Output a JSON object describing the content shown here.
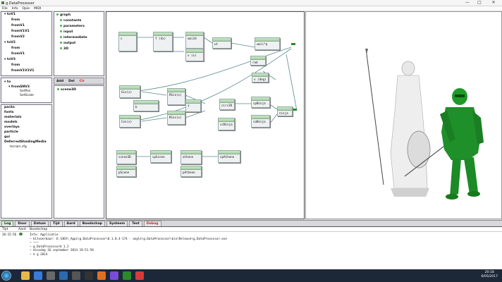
{
  "window": {
    "title": "g.DataProcessor",
    "minimize": "—",
    "maximize": "□",
    "close": "✕"
  },
  "menu": [
    "File",
    "Info",
    "Opie",
    "MIDI"
  ],
  "panel_top": [
    {
      "text": "▾ toV1",
      "bold": true
    },
    {
      "text": "from",
      "bold": true
    },
    {
      "text": "fromV1",
      "bold": true
    },
    {
      "text": "fromV1V1",
      "bold": true
    },
    {
      "text": "fromV2",
      "bold": true
    },
    {
      "text": "▾ toV2",
      "bold": true
    },
    {
      "text": "from",
      "bold": true
    },
    {
      "text": "fromV1",
      "bold": true
    },
    {
      "text": "▾ toV3",
      "bold": true
    },
    {
      "text": "from",
      "bold": true
    },
    {
      "text": "fromV1V1V1",
      "bold": true
    }
  ],
  "panel_mid": [
    {
      "text": "▾ to",
      "bold": true
    },
    {
      "text": "▾ fromSNV3",
      "bold": true
    },
    {
      "text": "SetPos",
      "bold": false
    },
    {
      "text": "SetScale",
      "bold": false
    }
  ],
  "panel_bottom": [
    {
      "text": "packs",
      "bold": true
    },
    {
      "text": "fonts",
      "bold": true
    },
    {
      "text": "materials",
      "bold": true
    },
    {
      "text": "models",
      "bold": true
    },
    {
      "text": "overlays",
      "bold": true
    },
    {
      "text": "particle",
      "bold": true
    },
    {
      "text": "gui",
      "bold": true
    },
    {
      "text": "DeferredShadingMedia",
      "bold": true
    },
    {
      "text": "terrain.cfg",
      "bold": false
    }
  ],
  "params": [
    "graph",
    "constants",
    "parameters",
    "input",
    "intermediate",
    "output",
    "3D"
  ],
  "param_toolbar": {
    "add": "Add",
    "del": "Del",
    "clr": "Clr"
  },
  "scene_item": "scene3D",
  "graph": {
    "nodes": [
      {
        "label": "c"
      },
      {
        "label": "f (4x)"
      },
      {
        "label": "umi2d"
      },
      {
        "label": "ut"
      },
      {
        "label": "umii*q"
      },
      {
        "label": "v (x)"
      },
      {
        "label": "rad"
      },
      {
        "label": "v (deg)"
      },
      {
        "label": "Sin(x)"
      },
      {
        "label": "RSin(x)"
      },
      {
        "label": "b"
      },
      {
        "label": "circ3D"
      },
      {
        "label": "spNinja"
      },
      {
        "label": "Cos(x)"
      },
      {
        "label": "RCos(x)"
      },
      {
        "label": "f"
      },
      {
        "label": "scNinja"
      },
      {
        "label": "saNinja"
      },
      {
        "label": "ninja"
      },
      {
        "label": "scene3D"
      },
      {
        "label": "spScene"
      },
      {
        "label": "athene"
      },
      {
        "label": "spAthene"
      },
      {
        "label": "pScene"
      },
      {
        "label": "pAthene"
      }
    ]
  },
  "log_tabs": [
    "Log",
    "Door",
    "Datum",
    "Tijd",
    "Aard",
    "Boodschap",
    "Systeem",
    "Test",
    "Debug"
  ],
  "log_header": {
    "time": "Tijd",
    "kind": "Aard",
    "message": "Boodschap"
  },
  "log_lines": [
    {
      "time": "20:15:56",
      "text": "Info: Applicatie"
    },
    {
      "time": "",
      "text": "— Uitvoerbaar:  E:\\DEV\\_Apps\\g.DataProcessor\\0.1.0.4-174 - angle\\g.DataProcessor\\bin\\Release\\g.DataProcessor.exe"
    },
    {
      "time": "",
      "text": "— ———"
    },
    {
      "time": "",
      "text": "— g.DataProcessor® 1.2"
    },
    {
      "time": "",
      "text": "— dinsdag 16 september 2014 19:51:58"
    },
    {
      "time": "",
      "text": "— © g 2014"
    }
  ],
  "clock": {
    "time": "20:18",
    "date": "6/05/2017"
  },
  "colors": {
    "accent_green": "#2a8a2a",
    "link_line": "#5a8a8a",
    "taskbar": "#1c2838"
  }
}
